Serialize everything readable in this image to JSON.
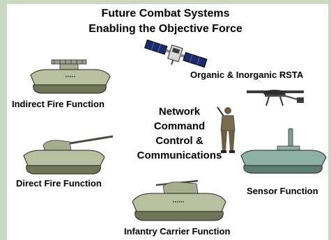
{
  "title": {
    "line1": "Future Combat Systems",
    "line2": "Enabling the Objective Force"
  },
  "center": {
    "line1": "Network",
    "line2": "Command",
    "line3": "Control &",
    "line4": "Communications"
  },
  "labels": {
    "rsta": "Organic & Inorganic RSTA",
    "indirect_fire": "Indirect Fire Function",
    "direct_fire": "Direct Fire Function",
    "sensor": "Sensor Function",
    "infantry_carrier": "Infantry Carrier Function"
  },
  "colors": {
    "vehicle_body": "#b8c0a0",
    "vehicle_dark": "#6f7658",
    "sensor_body": "#8fb0a4",
    "satellite_panel": "#1c2c6a",
    "frame": "#c9d9c3"
  },
  "icons": [
    "satellite-icon",
    "uav-icon",
    "soldier-icon"
  ]
}
